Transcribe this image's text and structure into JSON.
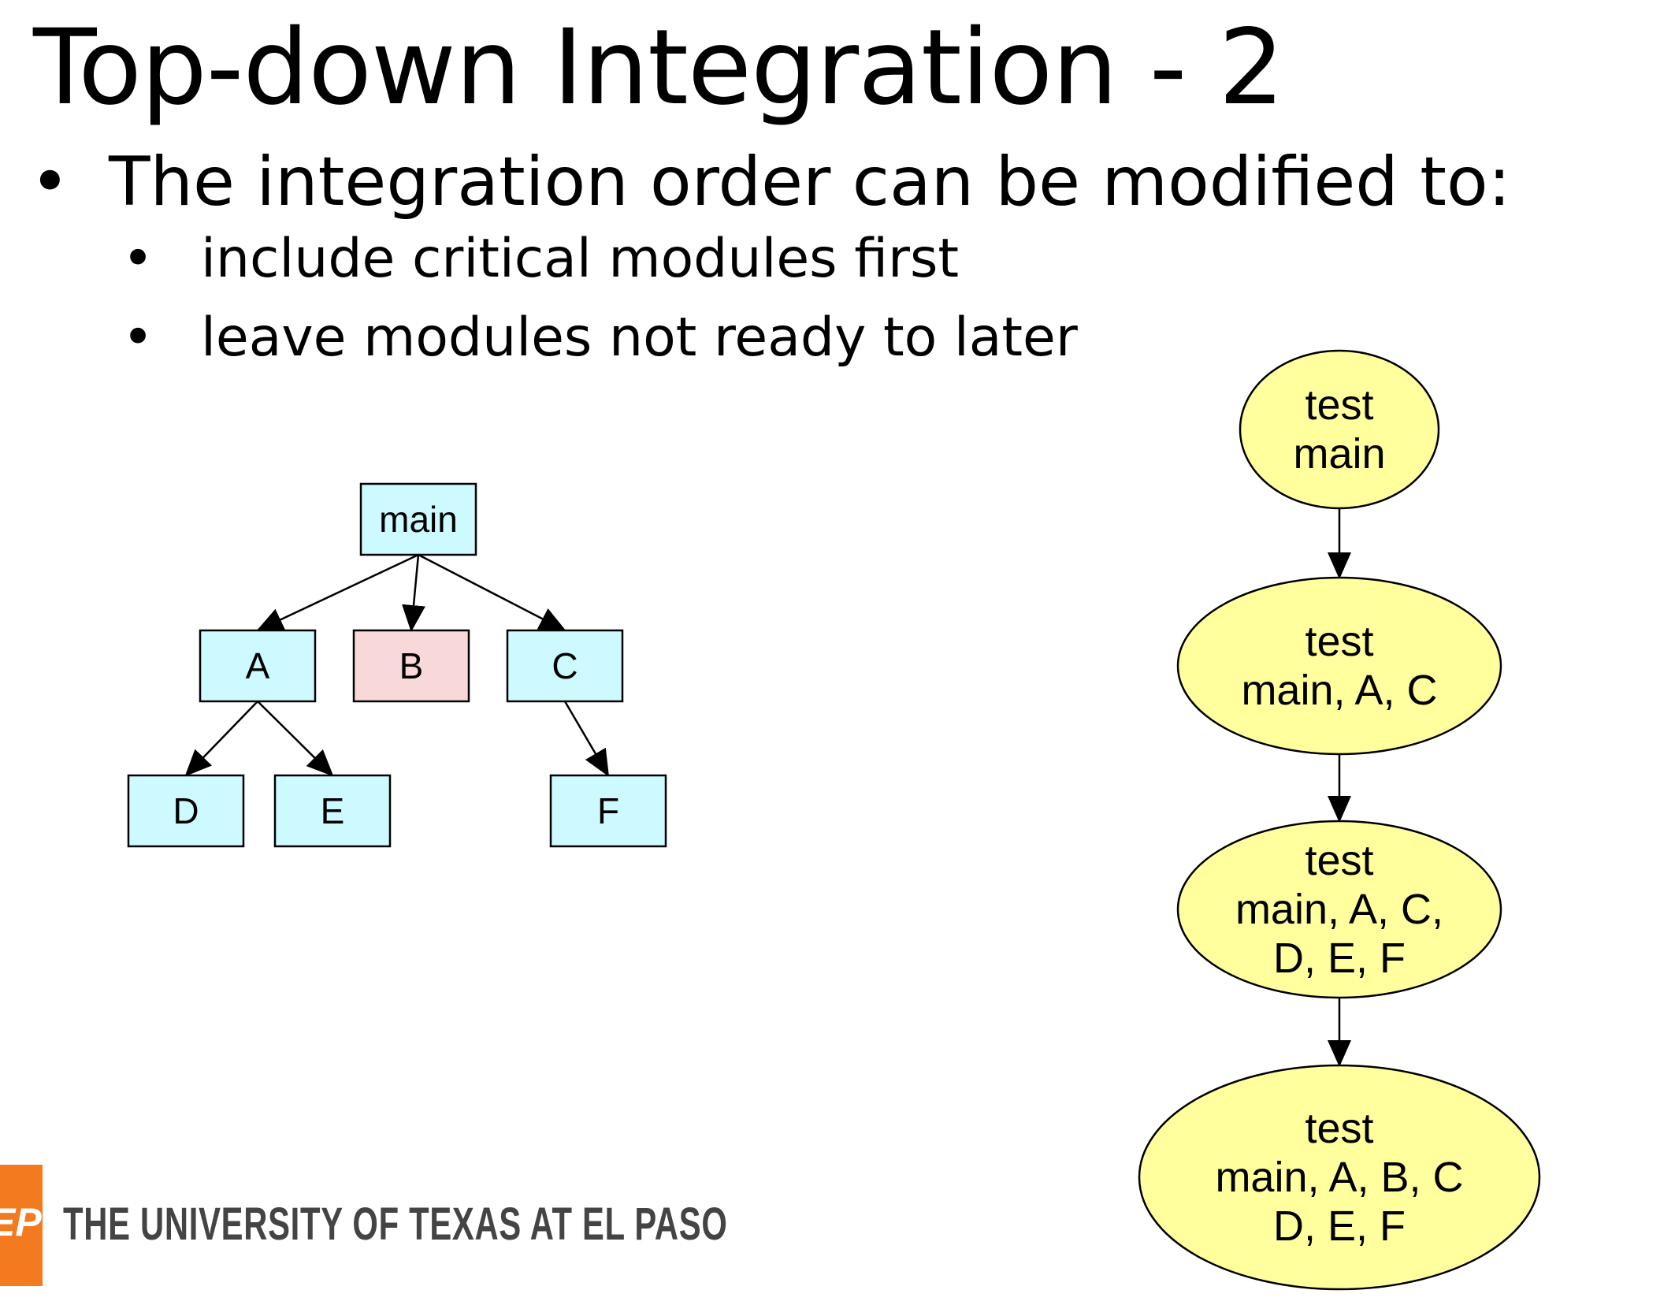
{
  "slide": {
    "title": "Top-down Integration - 2",
    "bullet": "The integration order can be modified to:",
    "sub_bullets": [
      "include critical modules first",
      "leave modules not ready to later"
    ],
    "bullet_glyph": "•"
  },
  "module_tree": {
    "nodes": [
      {
        "id": "main",
        "label": "main",
        "state": "normal"
      },
      {
        "id": "A",
        "label": "A",
        "state": "normal"
      },
      {
        "id": "B",
        "label": "B",
        "state": "not-ready"
      },
      {
        "id": "C",
        "label": "C",
        "state": "normal"
      },
      {
        "id": "D",
        "label": "D",
        "state": "normal"
      },
      {
        "id": "E",
        "label": "E",
        "state": "normal"
      },
      {
        "id": "F",
        "label": "F",
        "state": "normal"
      }
    ],
    "edges": [
      [
        "main",
        "A"
      ],
      [
        "main",
        "B"
      ],
      [
        "main",
        "C"
      ],
      [
        "A",
        "D"
      ],
      [
        "A",
        "E"
      ],
      [
        "C",
        "F"
      ]
    ]
  },
  "test_sequence": [
    {
      "lines": [
        "test",
        "main"
      ]
    },
    {
      "lines": [
        "test",
        "main, A, C"
      ]
    },
    {
      "lines": [
        "test",
        "main, A, C,",
        "D, E, F"
      ]
    },
    {
      "lines": [
        "test",
        "main, A, B, C",
        "D, E, F"
      ]
    }
  ],
  "colors": {
    "module_fill": "#ccfaff",
    "not_ready_fill": "#f8d8d8",
    "test_fill": "#ffff9d",
    "logo_orange": "#f47a20"
  },
  "footer": {
    "logo_mark": "EP",
    "university_name": "THE UNIVERSITY OF TEXAS AT EL PASO"
  }
}
